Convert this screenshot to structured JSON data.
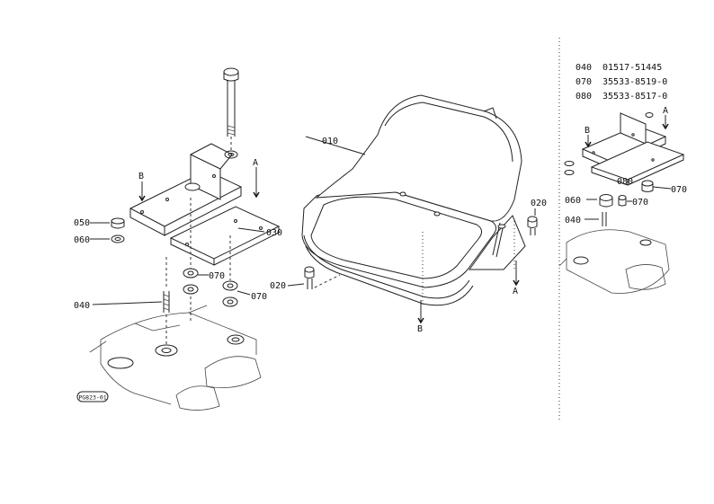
{
  "callouts": {
    "c010": "010",
    "c020_left": "020",
    "c020_right": "020",
    "c030": "030",
    "c040": "040",
    "c050": "050",
    "c060": "060",
    "c070_a": "070",
    "c070_b": "070",
    "ref_a_top": "A",
    "ref_b_top": "B",
    "ref_a_bottom": "A",
    "ref_b_bottom": "B",
    "stamp": "PG823-01"
  },
  "inset": {
    "parts": [
      {
        "ref": "040",
        "part_no": "01517-51445"
      },
      {
        "ref": "070",
        "part_no": "35533-8519-0"
      },
      {
        "ref": "080",
        "part_no": "35533-8517-0"
      }
    ],
    "labels": {
      "c060": "060",
      "c080": "080",
      "c070_a": "070",
      "c070_b": "070",
      "c040": "040",
      "ref_a": "A",
      "ref_b": "B"
    }
  }
}
